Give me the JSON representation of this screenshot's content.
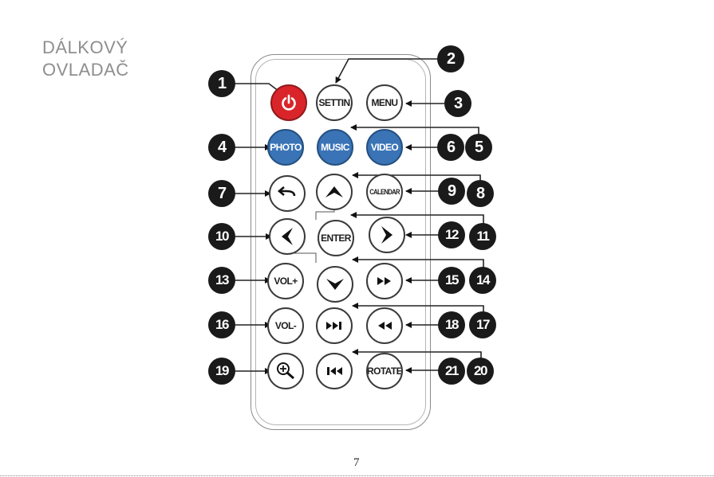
{
  "title": {
    "line1": "DÁLKOVÝ",
    "line2": "OVLADAČ"
  },
  "page_number": "7",
  "buttons": {
    "setting": "SETTIN",
    "menu": "MENU",
    "photo": "PHOTO",
    "music": "MUSIC",
    "video": "VIDEO",
    "calendar": "CALENDAR",
    "enter": "ENTER",
    "vol_up": "VOL+",
    "vol_down": "VOL-",
    "rotate": "ROTATE"
  },
  "icons": {
    "power": "power-icon",
    "back": "back-arrow-icon",
    "up": "chevron-up-icon",
    "left": "chevron-left-icon",
    "right": "chevron-right-icon",
    "down": "chevron-down-icon",
    "fast_forward": "fast-forward-icon",
    "next": "skip-next-icon",
    "rewind": "rewind-icon",
    "zoom": "zoom-in-icon",
    "previous": "skip-previous-icon"
  },
  "callouts": [
    "1",
    "2",
    "3",
    "4",
    "5",
    "6",
    "7",
    "8",
    "9",
    "10",
    "11",
    "12",
    "13",
    "14",
    "15",
    "16",
    "17",
    "18",
    "19",
    "20",
    "21"
  ],
  "colors": {
    "power": "#d9252a",
    "media": "#3a74b6",
    "callout": "#1a1a1a",
    "title": "#8e8e8e"
  }
}
